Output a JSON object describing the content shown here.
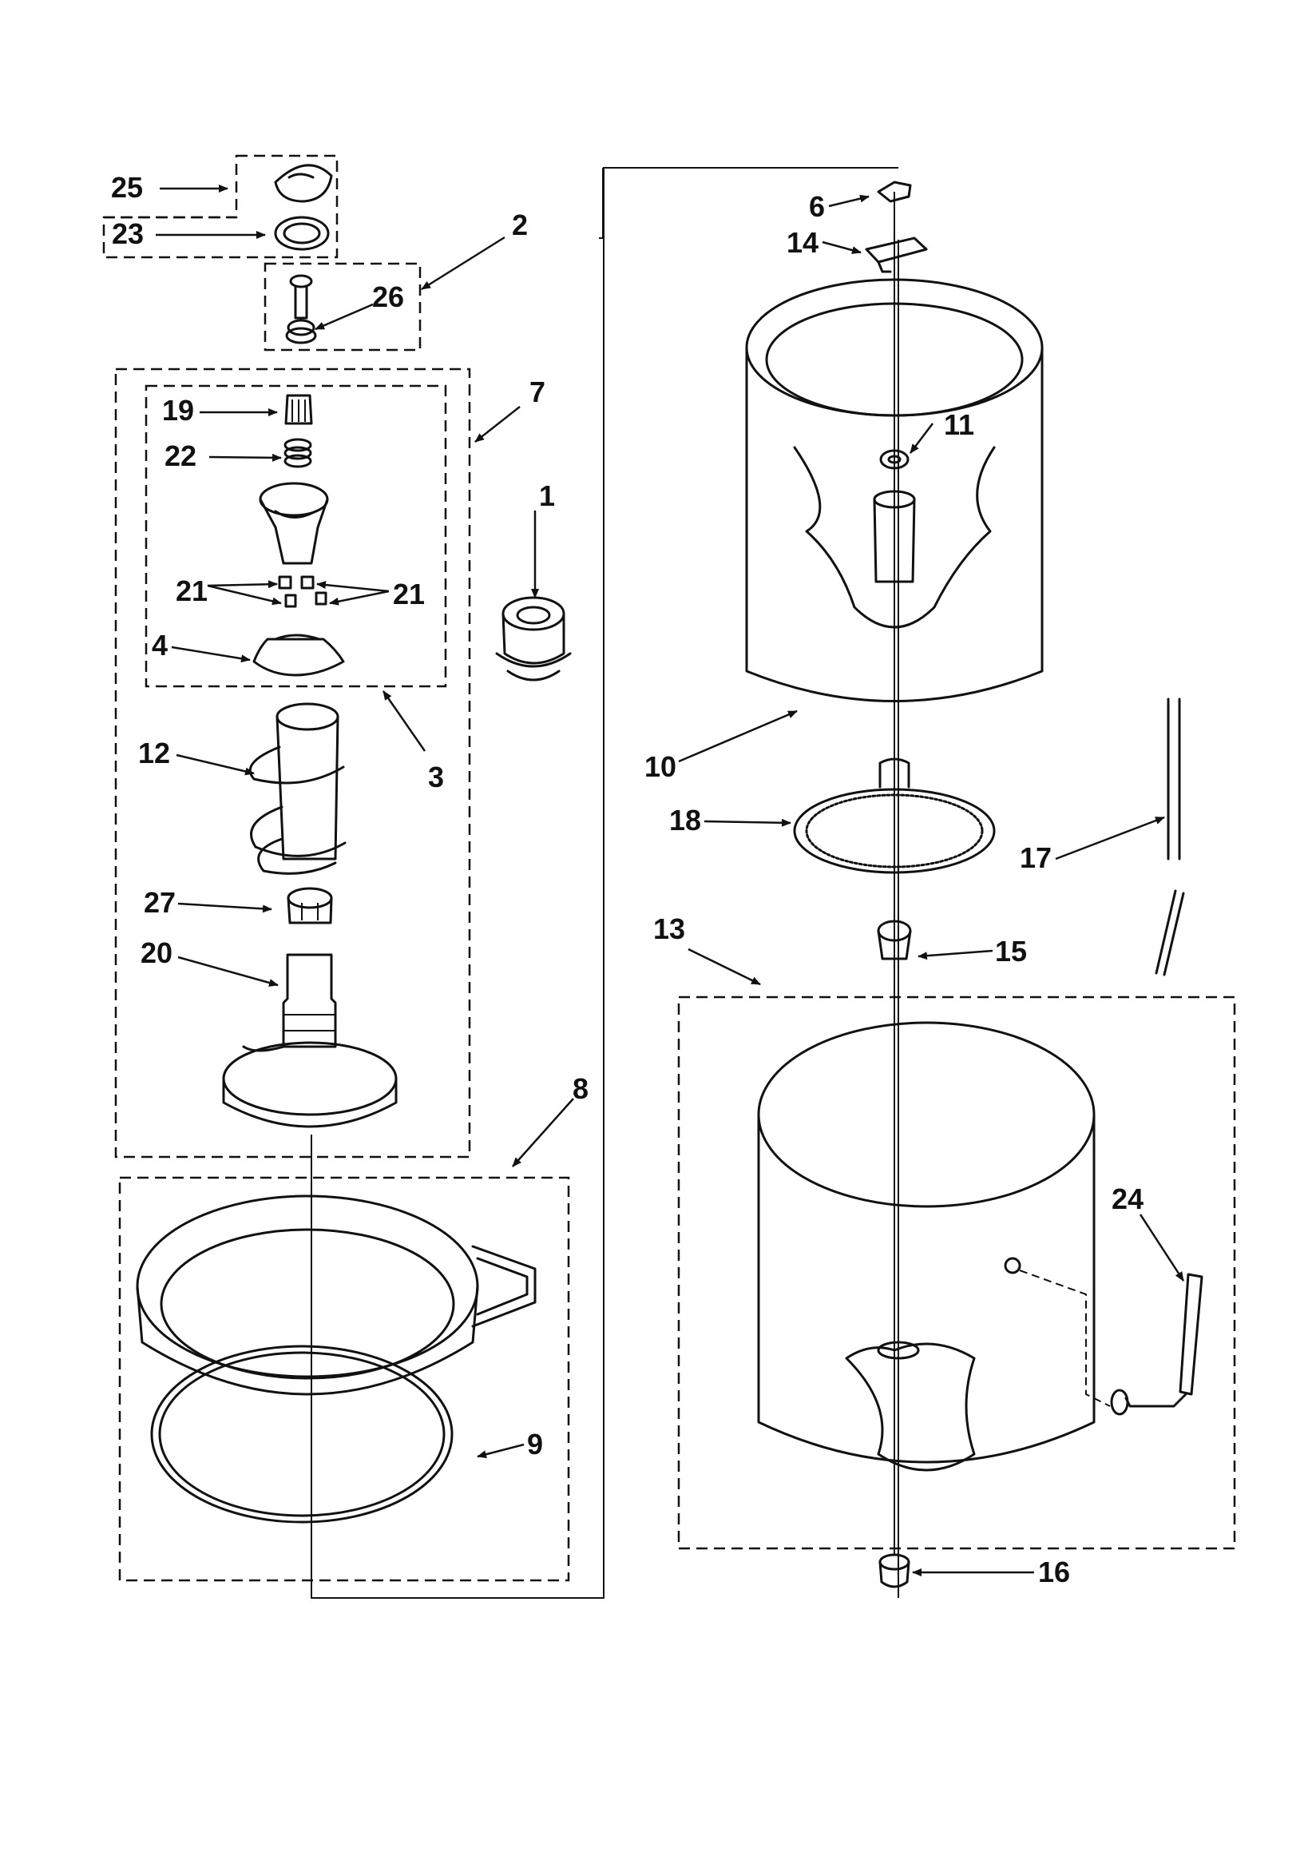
{
  "labels": {
    "l1": "1",
    "l2": "2",
    "l3": "3",
    "l4": "4",
    "l6": "6",
    "l7": "7",
    "l8": "8",
    "l9": "9",
    "l10": "10",
    "l11": "11",
    "l12": "12",
    "l13": "13",
    "l14": "14",
    "l15": "15",
    "l16": "16",
    "l17": "17",
    "l18": "18",
    "l19": "19",
    "l20": "20",
    "l21a": "21",
    "l21b": "21",
    "l22": "22",
    "l23": "23",
    "l24": "24",
    "l25": "25",
    "l26": "26",
    "l27": "27"
  },
  "colors": {
    "ink": "#111111",
    "paper": "#ffffff"
  }
}
